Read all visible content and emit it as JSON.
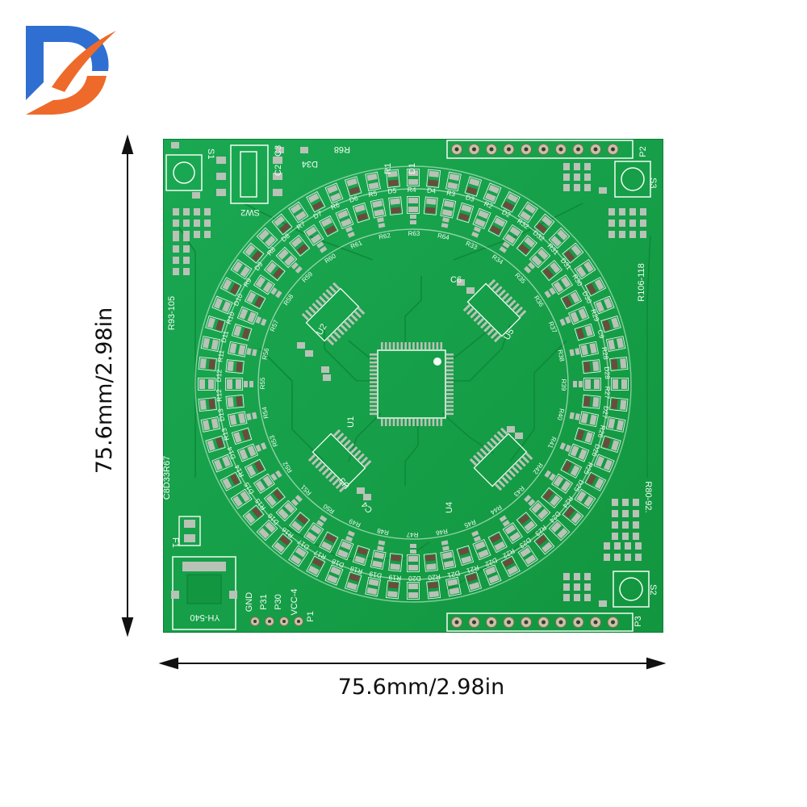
{
  "dimensions": {
    "width_label": "75.6mm/2.98in",
    "height_label": "75.6mm/2.98in"
  },
  "colors": {
    "board": "#16a34e",
    "trace": "#0f8a3c",
    "silk": "#f4fbf4",
    "pad": "#b9c2b7",
    "part": "#6b4b3c",
    "logo_blue": "#2f6fd1",
    "logo_orange": "#ee6a2a"
  },
  "board": {
    "text": {
      "p2": "P2",
      "p3": "P3",
      "s1": "S1",
      "s2": "S2",
      "s3": "S3",
      "sw2": "SW2",
      "f1": "F1",
      "yh": "YH-540",
      "r93": "R93-105",
      "r106": "R106-118",
      "r80": "R80-92.",
      "c8": "C8D33R67",
      "gnd": "GND",
      "p31": "P31",
      "p30": "P30",
      "vcc": "VCC-4",
      "p1": "P1",
      "u1": "U1",
      "u2": "U2",
      "u3": "U3",
      "u4": "U4",
      "u5": "U5",
      "c2": "C2",
      "c3": "C3",
      "c4": "C4",
      "c6": "C6",
      "r68": "R68",
      "d34": "D34",
      "r1": "R1",
      "d1": "D1"
    },
    "ring_labels": [
      "R32",
      "D32",
      "R31",
      "D31",
      "R30",
      "D30",
      "R29",
      "C9",
      "R28",
      "D28",
      "R27",
      "D27",
      "R26",
      "D26",
      "R25",
      "D25",
      "R24",
      "D24",
      "R23",
      "D23",
      "R22",
      "D22",
      "R21",
      "D21",
      "R20",
      "D20",
      "R19",
      "D19",
      "R18",
      "D18",
      "R17",
      "D17",
      "R16",
      "D16",
      "R15",
      "D15",
      "R14",
      "D14",
      "R13",
      "D13",
      "R12",
      "D12",
      "R11",
      "D11",
      "R10",
      "D10",
      "R9",
      "D9",
      "R8",
      "D8",
      "R7",
      "D7",
      "R6",
      "D6",
      "R5",
      "D5",
      "R4",
      "D4",
      "R3",
      "D3",
      "R2",
      "D2"
    ],
    "inner_labels": [
      "R33",
      "R34",
      "R35",
      "R36",
      "R37",
      "R38",
      "R39",
      "R40",
      "R41",
      "R42",
      "R43",
      "R44",
      "R45",
      "R46",
      "R47",
      "R48",
      "R49",
      "R50",
      "R51",
      "R52",
      "R53",
      "R54",
      "R55",
      "R56",
      "R57",
      "R58",
      "R59",
      "R60",
      "R61",
      "R62",
      "R63",
      "R64"
    ]
  }
}
